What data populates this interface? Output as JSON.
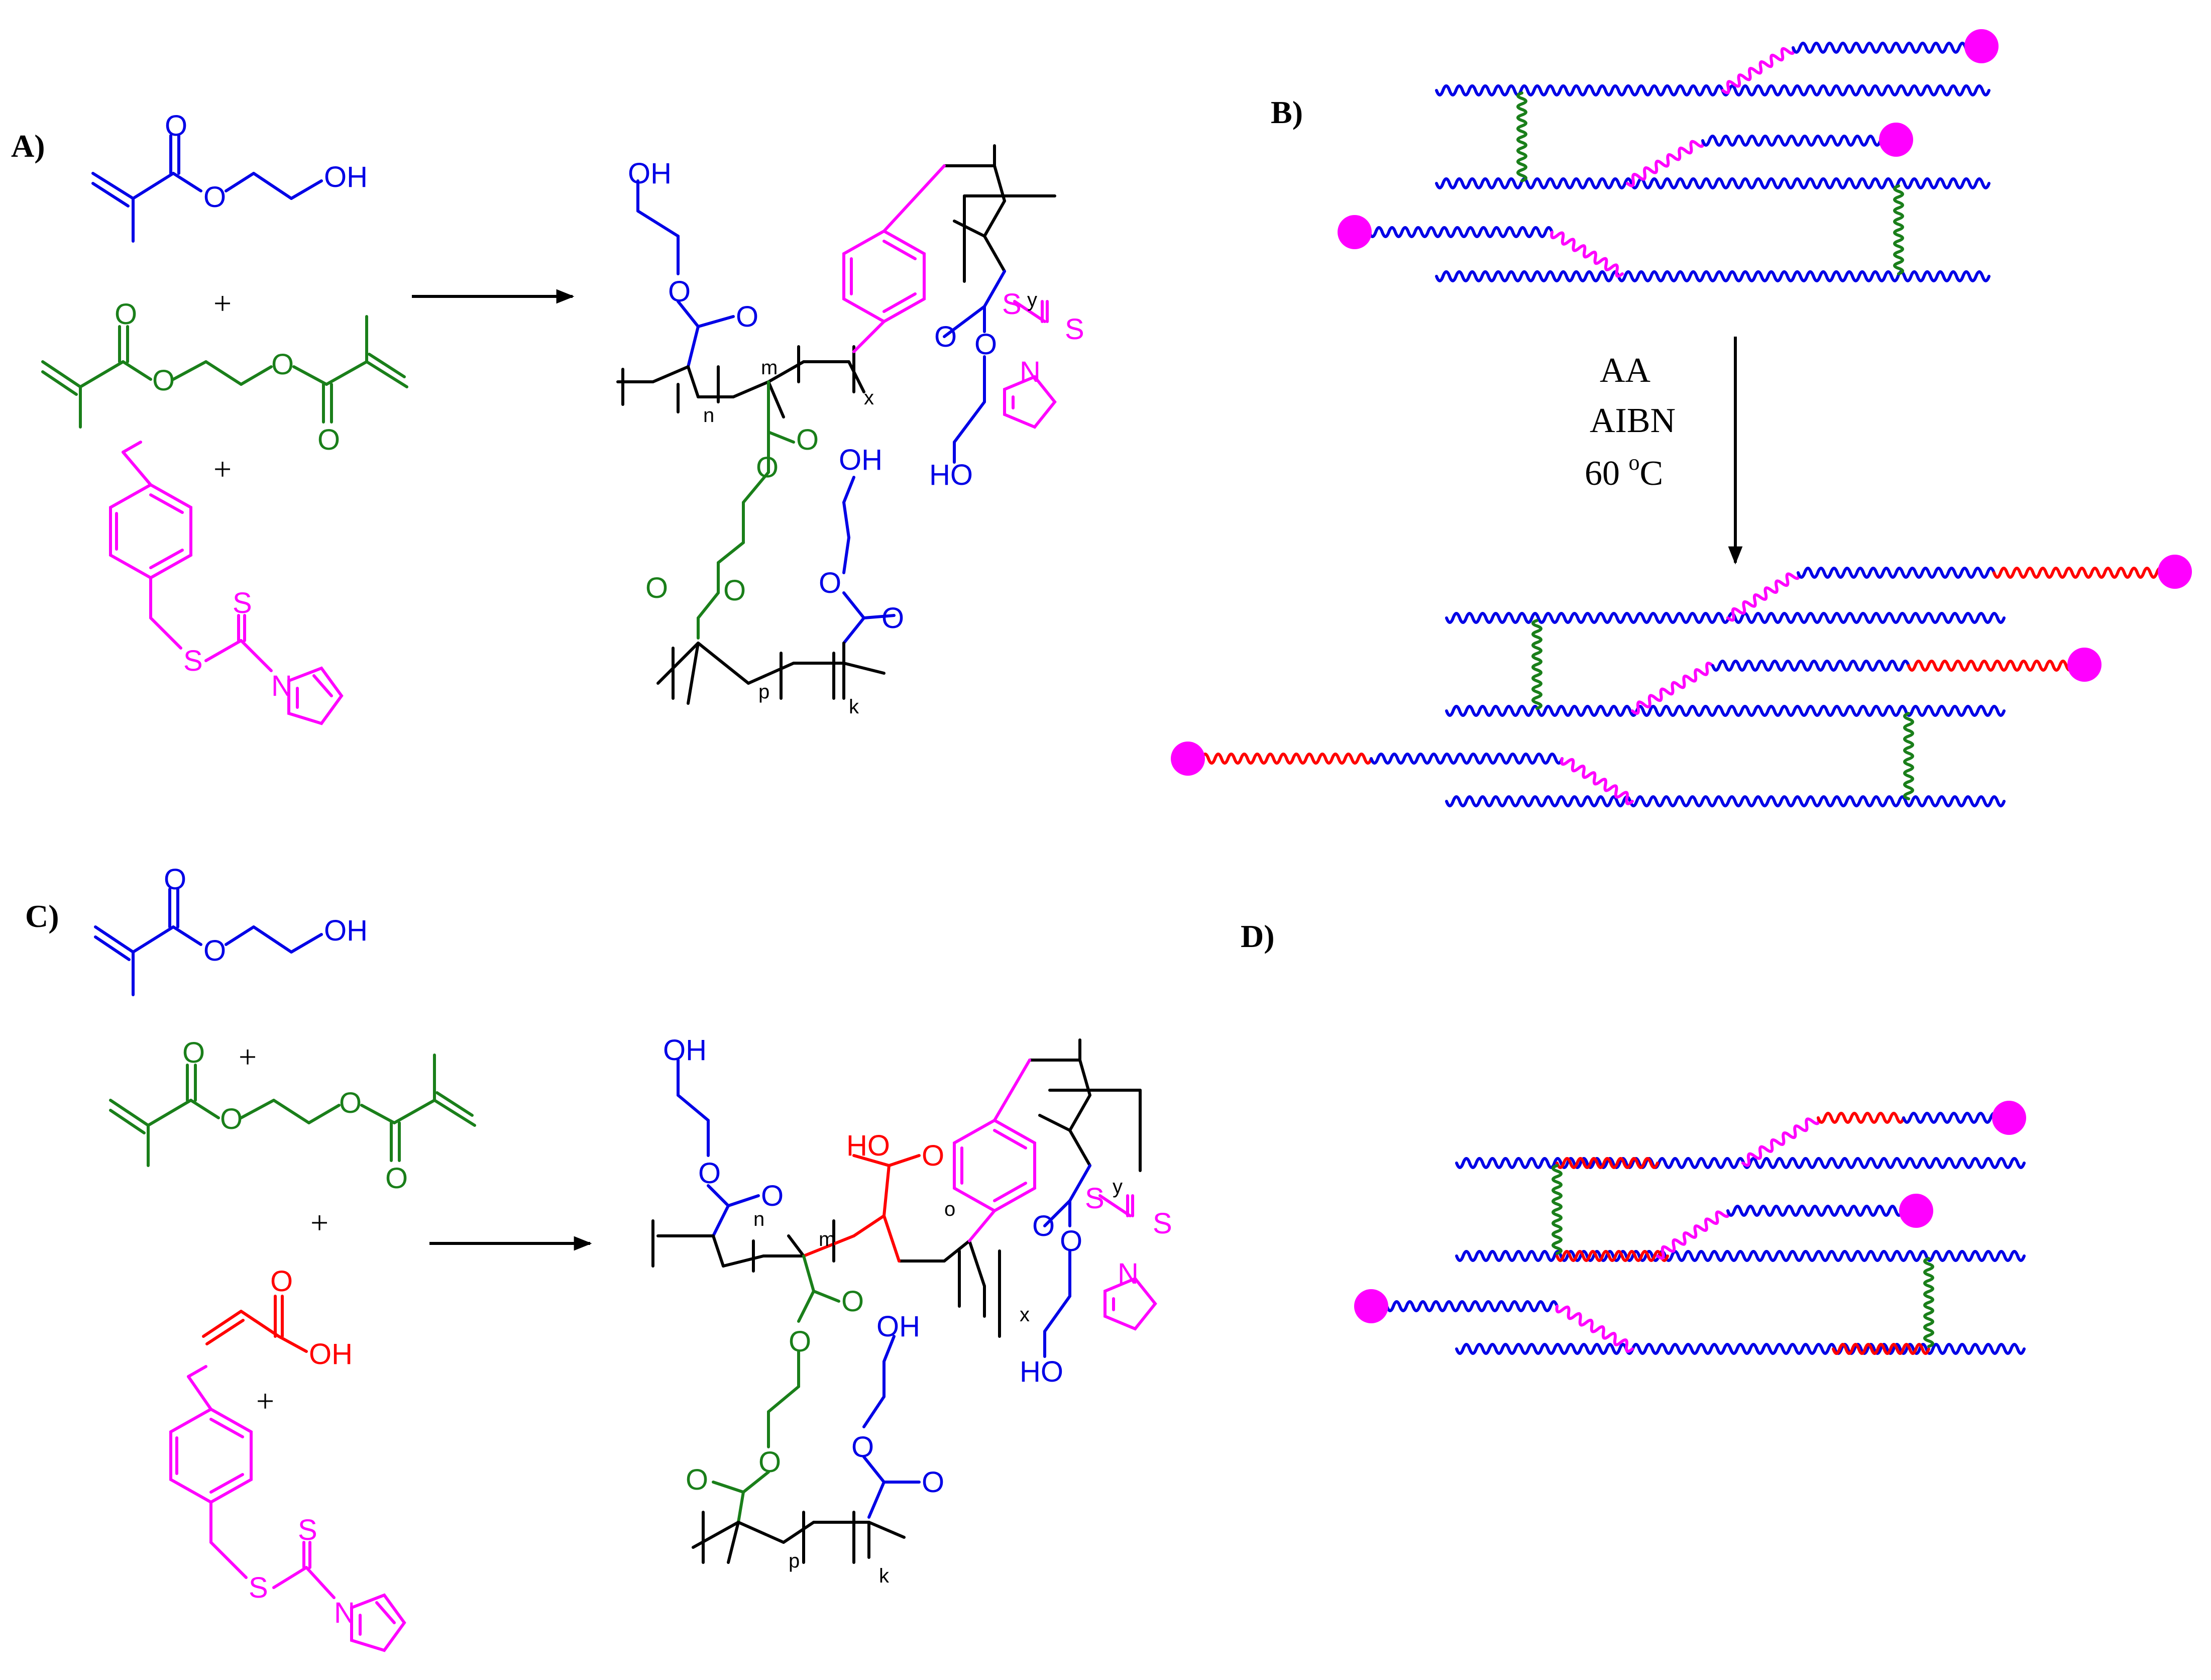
{
  "panels": {
    "a": "A)",
    "b": "B)",
    "c": "C)",
    "d": "D)"
  },
  "colors": {
    "hema": "#0000e6",
    "egdma": "#1a7f1a",
    "cta": "#ff00ff",
    "acrylic_acid": "#ff0000",
    "backbone": "#000000"
  },
  "icons": {
    "reaction_arrow": "arrow-right",
    "process_arrow": "arrow-down",
    "chain_end": "filled-circle"
  },
  "atoms": {
    "o": "O",
    "oh": "OH",
    "ho": "HO",
    "s": "S",
    "n": "N"
  },
  "plus": "+",
  "subscripts": {
    "n": "n",
    "m": "m",
    "x": "x",
    "y": "y",
    "p": "p",
    "k": "k",
    "o": "o"
  },
  "conditions": {
    "reagent": "AA",
    "initiator": "AIBN",
    "temperature_prefix": "60 ",
    "temperature_sup": "o",
    "temperature_suffix": "C"
  }
}
